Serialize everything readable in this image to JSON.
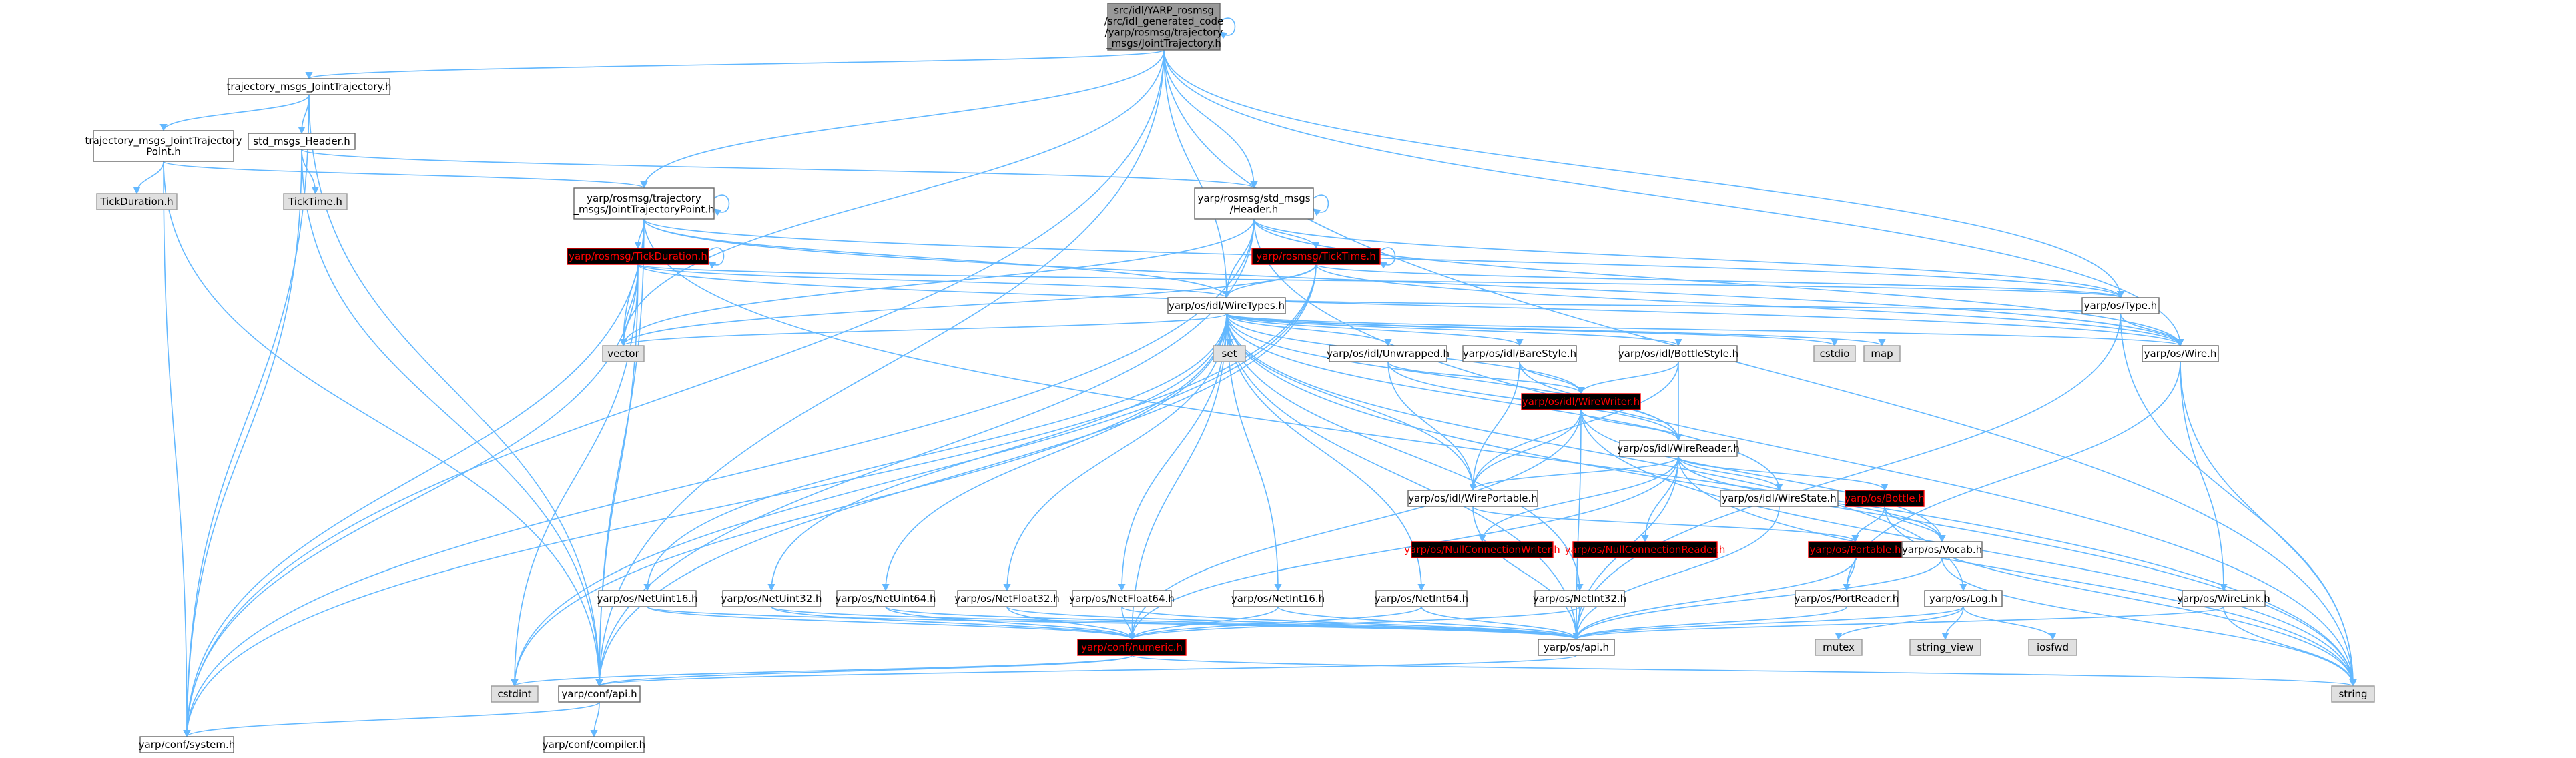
{
  "diagram": {
    "type": "include-dependency-graph",
    "colors": {
      "edge": "#63b8ff",
      "root_fill": "#999999",
      "external_fill": "#e0e0e0",
      "highlight_text": "#ff0000"
    },
    "nodes": [
      {
        "id": "root",
        "label": [
          "src/idl/YARP_rosmsg",
          "/src/idl_generated_code",
          "/yarp/rosmsg/trajectory",
          "_msgs/JointTrajectory.h"
        ],
        "style": "root"
      },
      {
        "id": "tm_jt",
        "label": [
          "trajectory_msgs_JointTrajectory.h"
        ],
        "style": "plain"
      },
      {
        "id": "tm_jtp",
        "label": [
          "trajectory_msgs_JointTrajectory",
          "Point.h"
        ],
        "style": "plain"
      },
      {
        "id": "std_header",
        "label": [
          "std_msgs_Header.h"
        ],
        "style": "plain"
      },
      {
        "id": "tickduration_h",
        "label": [
          "TickDuration.h"
        ],
        "style": "grey"
      },
      {
        "id": "ticktime_h",
        "label": [
          "TickTime.h"
        ],
        "style": "grey"
      },
      {
        "id": "yr_jtp",
        "label": [
          "yarp/rosmsg/trajectory",
          "_msgs/JointTrajectoryPoint.h"
        ],
        "style": "plain"
      },
      {
        "id": "yr_header",
        "label": [
          "yarp/rosmsg/std_msgs",
          "/Header.h"
        ],
        "style": "plain"
      },
      {
        "id": "yr_tickduration",
        "label": [
          "yarp/rosmsg/TickDuration.h"
        ],
        "style": "red"
      },
      {
        "id": "yr_ticktime",
        "label": [
          "yarp/rosmsg/TickTime.h"
        ],
        "style": "red"
      },
      {
        "id": "wiretypes",
        "label": [
          "yarp/os/idl/WireTypes.h"
        ],
        "style": "plain"
      },
      {
        "id": "type_h",
        "label": [
          "yarp/os/Type.h"
        ],
        "style": "plain"
      },
      {
        "id": "wire_h",
        "label": [
          "yarp/os/Wire.h"
        ],
        "style": "plain"
      },
      {
        "id": "vector",
        "label": [
          "vector"
        ],
        "style": "grey"
      },
      {
        "id": "set",
        "label": [
          "set"
        ],
        "style": "grey"
      },
      {
        "id": "cstdio",
        "label": [
          "cstdio"
        ],
        "style": "grey"
      },
      {
        "id": "map",
        "label": [
          "map"
        ],
        "style": "grey"
      },
      {
        "id": "unwrapped",
        "label": [
          "yarp/os/idl/Unwrapped.h"
        ],
        "style": "plain"
      },
      {
        "id": "barestyle",
        "label": [
          "yarp/os/idl/BareStyle.h"
        ],
        "style": "plain"
      },
      {
        "id": "bottlestyle",
        "label": [
          "yarp/os/idl/BottleStyle.h"
        ],
        "style": "plain"
      },
      {
        "id": "wirewriter",
        "label": [
          "yarp/os/idl/WireWriter.h"
        ],
        "style": "red"
      },
      {
        "id": "wirereader",
        "label": [
          "yarp/os/idl/WireReader.h"
        ],
        "style": "plain"
      },
      {
        "id": "wireportable",
        "label": [
          "yarp/os/idl/WirePortable.h"
        ],
        "style": "plain"
      },
      {
        "id": "wirestate",
        "label": [
          "yarp/os/idl/WireState.h"
        ],
        "style": "plain"
      },
      {
        "id": "bottle",
        "label": [
          "yarp/os/Bottle.h"
        ],
        "style": "red"
      },
      {
        "id": "portable",
        "label": [
          "yarp/os/Portable.h"
        ],
        "style": "red"
      },
      {
        "id": "vocab",
        "label": [
          "yarp/os/Vocab.h"
        ],
        "style": "plain"
      },
      {
        "id": "nullwriter",
        "label": [
          "yarp/os/NullConnectionWriter.h"
        ],
        "style": "red"
      },
      {
        "id": "nullreader",
        "label": [
          "yarp/os/NullConnectionReader.h"
        ],
        "style": "red"
      },
      {
        "id": "portreader",
        "label": [
          "yarp/os/PortReader.h"
        ],
        "style": "plain"
      },
      {
        "id": "log_h",
        "label": [
          "yarp/os/Log.h"
        ],
        "style": "plain"
      },
      {
        "id": "wirelink",
        "label": [
          "yarp/os/WireLink.h"
        ],
        "style": "plain"
      },
      {
        "id": "netuint16",
        "label": [
          "yarp/os/NetUint16.h"
        ],
        "style": "plain"
      },
      {
        "id": "netuint32",
        "label": [
          "yarp/os/NetUint32.h"
        ],
        "style": "plain"
      },
      {
        "id": "netuint64",
        "label": [
          "yarp/os/NetUint64.h"
        ],
        "style": "plain"
      },
      {
        "id": "netfloat32",
        "label": [
          "yarp/os/NetFloat32.h"
        ],
        "style": "plain"
      },
      {
        "id": "netfloat64",
        "label": [
          "yarp/os/NetFloat64.h"
        ],
        "style": "plain"
      },
      {
        "id": "netint16",
        "label": [
          "yarp/os/NetInt16.h"
        ],
        "style": "plain"
      },
      {
        "id": "netint32",
        "label": [
          "yarp/os/NetInt32.h"
        ],
        "style": "plain"
      },
      {
        "id": "netint64",
        "label": [
          "yarp/os/NetInt64.h"
        ],
        "style": "plain"
      },
      {
        "id": "numeric",
        "label": [
          "yarp/conf/numeric.h"
        ],
        "style": "red"
      },
      {
        "id": "os_api",
        "label": [
          "yarp/os/api.h"
        ],
        "style": "plain"
      },
      {
        "id": "conf_api",
        "label": [
          "yarp/conf/api.h"
        ],
        "style": "plain"
      },
      {
        "id": "cstdint",
        "label": [
          "cstdint"
        ],
        "style": "grey"
      },
      {
        "id": "string",
        "label": [
          "string"
        ],
        "style": "grey"
      },
      {
        "id": "mutex",
        "label": [
          "mutex"
        ],
        "style": "grey"
      },
      {
        "id": "string_view",
        "label": [
          "string_view"
        ],
        "style": "grey"
      },
      {
        "id": "iosfwd",
        "label": [
          "iosfwd"
        ],
        "style": "grey"
      },
      {
        "id": "conf_system",
        "label": [
          "yarp/conf/system.h"
        ],
        "style": "plain"
      },
      {
        "id": "conf_compiler",
        "label": [
          "yarp/conf/compiler.h"
        ],
        "style": "plain"
      }
    ],
    "edges": [
      [
        "root",
        "tm_jt"
      ],
      [
        "root",
        "yr_header"
      ],
      [
        "root",
        "yr_jtp"
      ],
      [
        "root",
        "wiretypes"
      ],
      [
        "root",
        "type_h"
      ],
      [
        "root",
        "wire_h"
      ],
      [
        "root",
        "string"
      ],
      [
        "root",
        "vector"
      ],
      [
        "root",
        "conf_api"
      ],
      [
        "root",
        "conf_system"
      ],
      [
        "root",
        "root"
      ],
      [
        "tm_jt",
        "tm_jtp"
      ],
      [
        "tm_jt",
        "std_header"
      ],
      [
        "tm_jt",
        "conf_api"
      ],
      [
        "tm_jt",
        "conf_system"
      ],
      [
        "tm_jtp",
        "tickduration_h"
      ],
      [
        "tm_jtp",
        "yr_jtp"
      ],
      [
        "tm_jtp",
        "conf_api"
      ],
      [
        "tm_jtp",
        "conf_system"
      ],
      [
        "std_header",
        "ticktime_h"
      ],
      [
        "std_header",
        "yr_header"
      ],
      [
        "std_header",
        "conf_api"
      ],
      [
        "std_header",
        "conf_system"
      ],
      [
        "yr_jtp",
        "yr_tickduration"
      ],
      [
        "yr_jtp",
        "wiretypes"
      ],
      [
        "yr_jtp",
        "type_h"
      ],
      [
        "yr_jtp",
        "wire_h"
      ],
      [
        "yr_jtp",
        "vector"
      ],
      [
        "yr_jtp",
        "string"
      ],
      [
        "yr_jtp",
        "conf_api"
      ],
      [
        "yr_jtp",
        "conf_system"
      ],
      [
        "yr_jtp",
        "yr_jtp"
      ],
      [
        "yr_header",
        "yr_ticktime"
      ],
      [
        "yr_header",
        "wiretypes"
      ],
      [
        "yr_header",
        "type_h"
      ],
      [
        "yr_header",
        "wire_h"
      ],
      [
        "yr_header",
        "string"
      ],
      [
        "yr_header",
        "vector"
      ],
      [
        "yr_header",
        "conf_api"
      ],
      [
        "yr_header",
        "conf_system"
      ],
      [
        "yr_header",
        "yr_header"
      ],
      [
        "yr_tickduration",
        "wiretypes"
      ],
      [
        "yr_tickduration",
        "type_h"
      ],
      [
        "yr_tickduration",
        "wire_h"
      ],
      [
        "yr_tickduration",
        "vector"
      ],
      [
        "yr_tickduration",
        "cstdint"
      ],
      [
        "yr_tickduration",
        "conf_api"
      ],
      [
        "yr_tickduration",
        "conf_system"
      ],
      [
        "yr_tickduration",
        "yr_tickduration"
      ],
      [
        "yr_ticktime",
        "wiretypes"
      ],
      [
        "yr_ticktime",
        "type_h"
      ],
      [
        "yr_ticktime",
        "wire_h"
      ],
      [
        "yr_ticktime",
        "vector"
      ],
      [
        "yr_ticktime",
        "cstdint"
      ],
      [
        "yr_ticktime",
        "conf_api"
      ],
      [
        "yr_ticktime",
        "conf_system"
      ],
      [
        "yr_ticktime",
        "yr_ticktime"
      ],
      [
        "wiretypes",
        "vector"
      ],
      [
        "wiretypes",
        "set"
      ],
      [
        "wiretypes",
        "cstdio"
      ],
      [
        "wiretypes",
        "map"
      ],
      [
        "wiretypes",
        "wire_h"
      ],
      [
        "wiretypes",
        "unwrapped"
      ],
      [
        "wiretypes",
        "barestyle"
      ],
      [
        "wiretypes",
        "bottlestyle"
      ],
      [
        "wiretypes",
        "wirewriter"
      ],
      [
        "wiretypes",
        "wirereader"
      ],
      [
        "wiretypes",
        "wireportable"
      ],
      [
        "wiretypes",
        "wirestate"
      ],
      [
        "wiretypes",
        "log_h"
      ],
      [
        "wiretypes",
        "netuint16"
      ],
      [
        "wiretypes",
        "netuint32"
      ],
      [
        "wiretypes",
        "netuint64"
      ],
      [
        "wiretypes",
        "netfloat32"
      ],
      [
        "wiretypes",
        "netfloat64"
      ],
      [
        "wiretypes",
        "netint16"
      ],
      [
        "wiretypes",
        "netint32"
      ],
      [
        "wiretypes",
        "netint64"
      ],
      [
        "wiretypes",
        "numeric"
      ],
      [
        "wiretypes",
        "os_api"
      ],
      [
        "wiretypes",
        "cstdint"
      ],
      [
        "wiretypes",
        "string"
      ],
      [
        "wiretypes",
        "type_h"
      ],
      [
        "type_h",
        "wire_h"
      ],
      [
        "type_h",
        "string"
      ],
      [
        "type_h",
        "os_api"
      ],
      [
        "wire_h",
        "wirelink"
      ],
      [
        "wire_h",
        "portreader"
      ],
      [
        "wire_h",
        "string"
      ],
      [
        "unwrapped",
        "wireportable"
      ],
      [
        "unwrapped",
        "wirewriter"
      ],
      [
        "unwrapped",
        "wirereader"
      ],
      [
        "barestyle",
        "wireportable"
      ],
      [
        "barestyle",
        "wirewriter"
      ],
      [
        "barestyle",
        "wirereader"
      ],
      [
        "bottlestyle",
        "wireportable"
      ],
      [
        "bottlestyle",
        "wirewriter"
      ],
      [
        "bottlestyle",
        "wirereader"
      ],
      [
        "wirewriter",
        "wirereader"
      ],
      [
        "wirewriter",
        "wireportable"
      ],
      [
        "wirewriter",
        "vocab"
      ],
      [
        "wirewriter",
        "os_api"
      ],
      [
        "wirewriter",
        "numeric"
      ],
      [
        "wirewriter",
        "string"
      ],
      [
        "wirereader",
        "wireportable"
      ],
      [
        "wirereader",
        "wirestate"
      ],
      [
        "wirereader",
        "bottle"
      ],
      [
        "wirereader",
        "nullwriter"
      ],
      [
        "wirereader",
        "nullreader"
      ],
      [
        "wirereader",
        "vocab"
      ],
      [
        "wirereader",
        "os_api"
      ],
      [
        "wirereader",
        "numeric"
      ],
      [
        "wirereader",
        "string"
      ],
      [
        "wireportable",
        "portable"
      ],
      [
        "wireportable",
        "os_api"
      ],
      [
        "wirestate",
        "os_api"
      ],
      [
        "bottle",
        "portable"
      ],
      [
        "bottle",
        "vocab"
      ],
      [
        "bottle",
        "string"
      ],
      [
        "portable",
        "portreader"
      ],
      [
        "portable",
        "os_api"
      ],
      [
        "vocab",
        "os_api"
      ],
      [
        "vocab",
        "string"
      ],
      [
        "portreader",
        "os_api"
      ],
      [
        "log_h",
        "os_api"
      ],
      [
        "log_h",
        "mutex"
      ],
      [
        "log_h",
        "string_view"
      ],
      [
        "log_h",
        "iosfwd"
      ],
      [
        "wirelink",
        "os_api"
      ],
      [
        "wirelink",
        "string"
      ],
      [
        "netuint16",
        "numeric"
      ],
      [
        "netuint16",
        "os_api"
      ],
      [
        "netuint32",
        "numeric"
      ],
      [
        "netuint32",
        "os_api"
      ],
      [
        "netuint64",
        "numeric"
      ],
      [
        "netuint64",
        "os_api"
      ],
      [
        "netfloat32",
        "numeric"
      ],
      [
        "netfloat32",
        "os_api"
      ],
      [
        "netfloat64",
        "numeric"
      ],
      [
        "netfloat64",
        "os_api"
      ],
      [
        "netint16",
        "numeric"
      ],
      [
        "netint16",
        "os_api"
      ],
      [
        "netint32",
        "numeric"
      ],
      [
        "netint32",
        "os_api"
      ],
      [
        "netint64",
        "numeric"
      ],
      [
        "netint64",
        "os_api"
      ],
      [
        "numeric",
        "conf_api"
      ],
      [
        "numeric",
        "cstdint"
      ],
      [
        "numeric",
        "string"
      ],
      [
        "os_api",
        "conf_api"
      ],
      [
        "conf_api",
        "conf_system"
      ],
      [
        "conf_api",
        "conf_compiler"
      ]
    ]
  }
}
